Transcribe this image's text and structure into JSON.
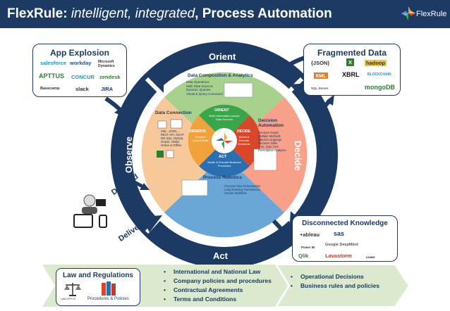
{
  "header": {
    "title_bold": "FlexRule:",
    "title_italic": "intelligent, integrated",
    "title_end": ", Process Automation",
    "logo": "FlexRule"
  },
  "colors": {
    "navy": "#1c3a63",
    "green": "#a9d18e",
    "orange": "#f4b183",
    "salmon": "#f8a08a",
    "blue": "#4a90c8",
    "center_green": "#3aa64a",
    "center_orange": "#f2a23a",
    "center_red": "#d9472b",
    "center_blue": "#2b6fb0"
  },
  "panels": {
    "app_explosion": {
      "title": "App Explosion",
      "brands": [
        "salesforce",
        "workday",
        "Microsoft Dynamics",
        "APTTUS",
        "CONCUR",
        "zendesk",
        "Basecamp",
        "slack",
        "JIRA"
      ]
    },
    "fragmented_data": {
      "title": "Fragmented Data",
      "brands": [
        "{JSON}",
        "X",
        "hadoop",
        "XML",
        "XBRL",
        "BLOCKCHAIN",
        "SQL Server",
        "mongoDB"
      ]
    },
    "disconnected_knowledge": {
      "title": "Disconnected Knowledge",
      "brands": [
        "+ableau",
        "sas",
        "Power BI",
        "Google DeepMind",
        "Qlik",
        "Lavastorm",
        "KNIME"
      ]
    }
  },
  "cycle": {
    "orient": "Orient",
    "decide": "Decide",
    "act": "Act",
    "observe": "Observe",
    "demand": "Demand",
    "delivery": "Delivery"
  },
  "segments": {
    "top": {
      "title": "Data Composition & Analytics",
      "items": [
        "Data Operations",
        "Multi Data Sources",
        "Dynamic Queries",
        "Visual & Query Command"
      ]
    },
    "right": {
      "title": "Decision Automation",
      "items": [
        "Decision Graph",
        "Multiple Methods",
        "Natural Language",
        "Decision Table",
        "Tree, Sum Tree",
        "Prescriptive Analytics"
      ]
    },
    "bottom": {
      "title": "Process Robotics",
      "items": [
        "Process Flow Orchestration",
        "Long Running Transactions",
        "Human Workflow"
      ]
    },
    "left": {
      "title": "Data Connection",
      "items": [
        "XML, JSON,...",
        "REST API, SOAP",
        "MS SQL, MySQL",
        "Oracle, ODBC",
        "Online & Offline"
      ]
    }
  },
  "center": {
    "orient_title": "ORIENT",
    "orient_text": "Build Information across Data Sources",
    "decide_title": "DECIDE",
    "decide_text": "Model & Execute Decisions",
    "act_title": "ACT",
    "act_text": "Model & Execute Business Processes",
    "observe_title": "OBSERVE",
    "observe_text": "Connect Input & Data"
  },
  "bottom": {
    "law_title": "Law and Regulations",
    "law_icon_label": "LAW OFFICE",
    "proc_label": "Procedures & Policies",
    "list1": [
      "International and National Law",
      "Company policies and procedures",
      "Contractual Agreements",
      "Terms and Conditions"
    ],
    "list2": [
      "Operational Decisions",
      "Business rules and policies"
    ]
  }
}
